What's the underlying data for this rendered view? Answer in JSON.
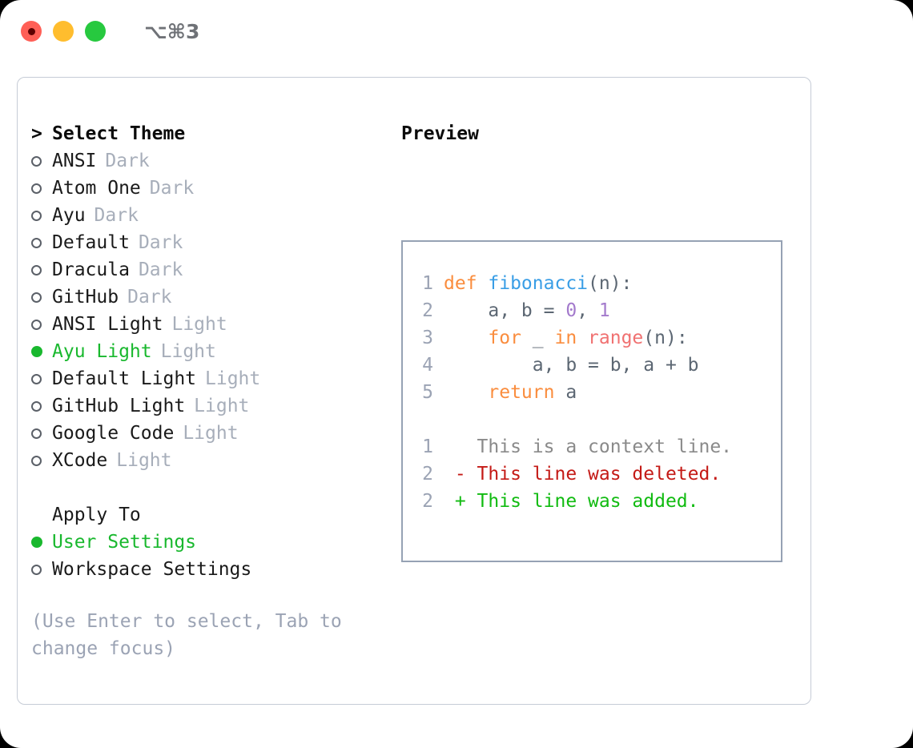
{
  "titlebar": {
    "shortcut": "⌥⌘3",
    "buttons": [
      {
        "name": "close",
        "color": "#FF5F56"
      },
      {
        "name": "minimize",
        "color": "#FFBD2E"
      },
      {
        "name": "maximize",
        "color": "#27C93F"
      }
    ]
  },
  "theme_panel": {
    "heading": "Select Theme",
    "caret": ">",
    "items": [
      {
        "name": "ANSI",
        "kind": "Dark",
        "selected": false
      },
      {
        "name": "Atom One",
        "kind": "Dark",
        "selected": false
      },
      {
        "name": "Ayu",
        "kind": "Dark",
        "selected": false
      },
      {
        "name": "Default",
        "kind": "Dark",
        "selected": false
      },
      {
        "name": "Dracula",
        "kind": "Dark",
        "selected": false
      },
      {
        "name": "GitHub",
        "kind": "Dark",
        "selected": false
      },
      {
        "name": "ANSI Light",
        "kind": "Light",
        "selected": false
      },
      {
        "name": "Ayu Light",
        "kind": "Light",
        "selected": true
      },
      {
        "name": "Default Light",
        "kind": "Light",
        "selected": false
      },
      {
        "name": "GitHub Light",
        "kind": "Light",
        "selected": false
      },
      {
        "name": "Google Code",
        "kind": "Light",
        "selected": false
      },
      {
        "name": "XCode",
        "kind": "Light",
        "selected": false
      }
    ]
  },
  "apply_to": {
    "heading": "Apply To",
    "options": [
      {
        "label": "User Settings",
        "selected": true
      },
      {
        "label": "Workspace Settings",
        "selected": false
      }
    ]
  },
  "hint": "(Use Enter to select, Tab to change focus)",
  "preview": {
    "title": "Preview",
    "code_lines": [
      {
        "no": "1",
        "tokens": [
          {
            "t": "def ",
            "c": "tok-kw"
          },
          {
            "t": "fibonacci",
            "c": "tok-fn"
          },
          {
            "t": "(n):",
            "c": "tok-plain"
          }
        ]
      },
      {
        "no": "2",
        "tokens": [
          {
            "t": "    a, b = ",
            "c": "tok-plain"
          },
          {
            "t": "0",
            "c": "tok-num"
          },
          {
            "t": ", ",
            "c": "tok-plain"
          },
          {
            "t": "1",
            "c": "tok-num"
          }
        ]
      },
      {
        "no": "3",
        "tokens": [
          {
            "t": "    ",
            "c": "tok-plain"
          },
          {
            "t": "for",
            "c": "tok-kw"
          },
          {
            "t": " _ ",
            "c": "tok-plain"
          },
          {
            "t": "in",
            "c": "tok-kw"
          },
          {
            "t": " ",
            "c": "tok-plain"
          },
          {
            "t": "range",
            "c": "tok-builtin"
          },
          {
            "t": "(n):",
            "c": "tok-plain"
          }
        ]
      },
      {
        "no": "4",
        "tokens": [
          {
            "t": "        a, b = b, a + b",
            "c": "tok-plain"
          }
        ]
      },
      {
        "no": "5",
        "tokens": [
          {
            "t": "    ",
            "c": "tok-plain"
          },
          {
            "t": "return",
            "c": "tok-kw"
          },
          {
            "t": " a",
            "c": "tok-plain"
          }
        ]
      }
    ],
    "diff_lines": [
      {
        "no": "1",
        "text": "   This is a context line.",
        "cls": "diff-ctx"
      },
      {
        "no": "2",
        "text": " - This line was deleted.",
        "cls": "diff-del"
      },
      {
        "no": "2",
        "text": " + This line was added.",
        "cls": "diff-add"
      }
    ]
  }
}
